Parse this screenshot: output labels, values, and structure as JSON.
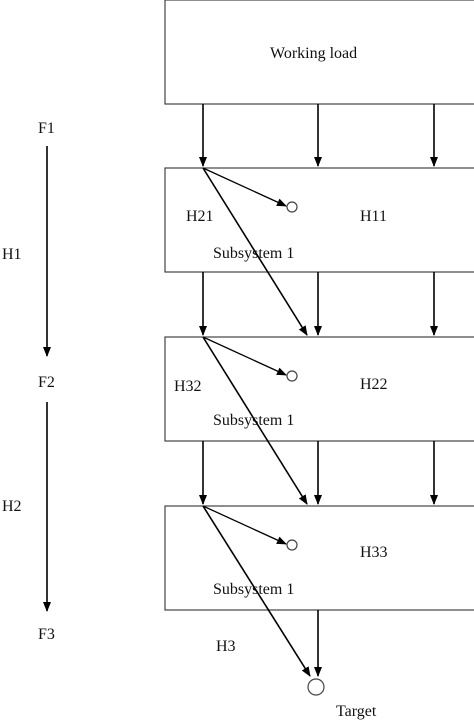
{
  "diagram": {
    "top_box": {
      "label": "Working load"
    },
    "subsystems": [
      {
        "label": "Subsystem 1",
        "left_code": "H21",
        "right_code": "H11"
      },
      {
        "label": "Subsystem 1",
        "left_code": "H32",
        "right_code": "H22"
      },
      {
        "label": "Subsystem 1",
        "left_code": "",
        "right_code": "H33"
      }
    ],
    "f_labels": [
      "F1",
      "F2",
      "F3"
    ],
    "h_side_labels": [
      "H1",
      "H2"
    ],
    "bottom_code": "H3",
    "target": "Target",
    "colors": {
      "line": "#000000",
      "box_stroke": "#444444",
      "background": "#ffffff"
    }
  }
}
